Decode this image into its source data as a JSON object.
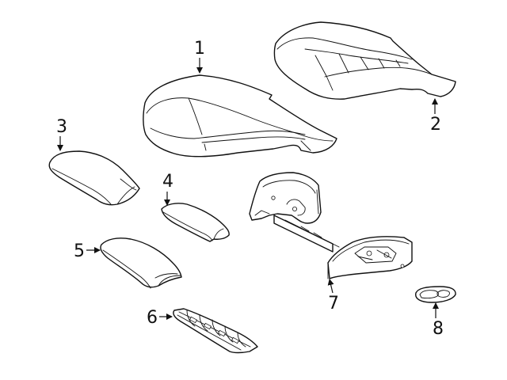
{
  "diagram": {
    "callouts": [
      {
        "id": "1",
        "label": "1"
      },
      {
        "id": "2",
        "label": "2"
      },
      {
        "id": "3",
        "label": "3"
      },
      {
        "id": "4",
        "label": "4"
      },
      {
        "id": "5",
        "label": "5"
      },
      {
        "id": "6",
        "label": "6"
      },
      {
        "id": "7",
        "label": "7"
      },
      {
        "id": "8",
        "label": "8"
      }
    ],
    "colors": {
      "line": "#111111",
      "background": "#ffffff"
    }
  }
}
